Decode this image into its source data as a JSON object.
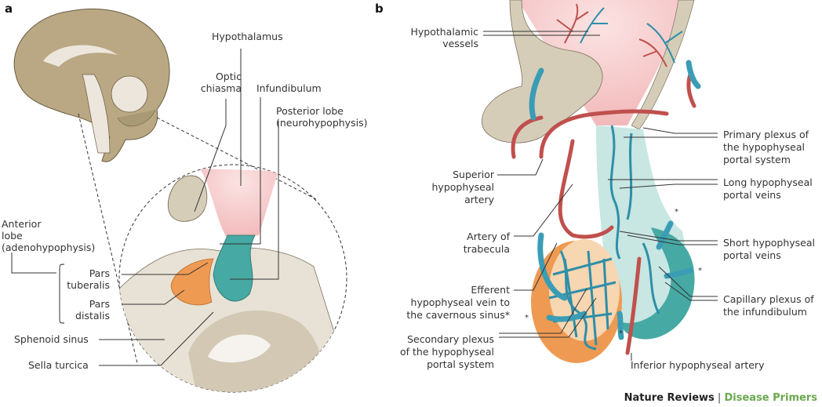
{
  "panels": {
    "a": "a",
    "b": "b"
  },
  "panel_a": {
    "labels": {
      "hypothalamus": "Hypothalamus",
      "optic_chiasma_1": "Optic",
      "optic_chiasma_2": "chiasma",
      "infundibulum": "Infundibulum",
      "posterior_lobe_1": "Posterior lobe",
      "posterior_lobe_2": "(neurohypophysis)",
      "anterior_lobe_1": "Anterior",
      "anterior_lobe_2": "lobe",
      "anterior_lobe_3": "(adenohypophysis)",
      "pars_tuberalis_1": "Pars",
      "pars_tuberalis_2": "tuberalis",
      "pars_distalis_1": "Pars",
      "pars_distalis_2": "distalis",
      "sphenoid_sinus": "Sphenoid sinus",
      "sella_turcica": "Sella turcica"
    }
  },
  "panel_b": {
    "labels": {
      "hypothalamic_vessels_1": "Hypothalamic",
      "hypothalamic_vessels_2": "vessels",
      "superior_artery_1": "Superior",
      "superior_artery_2": "hypophyseal",
      "superior_artery_3": "artery",
      "artery_trabecula_1": "Artery of",
      "artery_trabecula_2": "trabecula",
      "efferent_vein_1": "Efferent",
      "efferent_vein_2": "hypophyseal vein to",
      "efferent_vein_3": "the cavernous sinus*",
      "secondary_plexus_1": "Secondary plexus",
      "secondary_plexus_2": "of the hypophyseal",
      "secondary_plexus_3": "portal system",
      "primary_plexus_1": "Primary plexus of",
      "primary_plexus_2": "the hypophyseal",
      "primary_plexus_3": "portal system",
      "long_veins_1": "Long hypophyseal",
      "long_veins_2": "portal veins",
      "short_veins_1": "Short hypophyseal",
      "short_veins_2": "portal veins",
      "capillary_plexus_1": "Capillary plexus of",
      "capillary_plexus_2": "the infundibulum",
      "inferior_artery": "Inferior hypophyseal artery",
      "asterisk": "*"
    }
  },
  "credit": {
    "journal": "Nature Reviews",
    "separator": " | ",
    "series": "Disease Primers"
  },
  "colors": {
    "brain": "#b9a883",
    "brain_light": "#ece6dc",
    "bone": "#e8e2d6",
    "bone_dark": "#d3c8b3",
    "hypothalamus": "#f4c5c5",
    "posterior_lobe": "#46a9a3",
    "anterior_lobe": "#ef9a52",
    "artery": "#c0504d",
    "vein": "#3a9db5",
    "credit_green": "#6aa84f"
  }
}
